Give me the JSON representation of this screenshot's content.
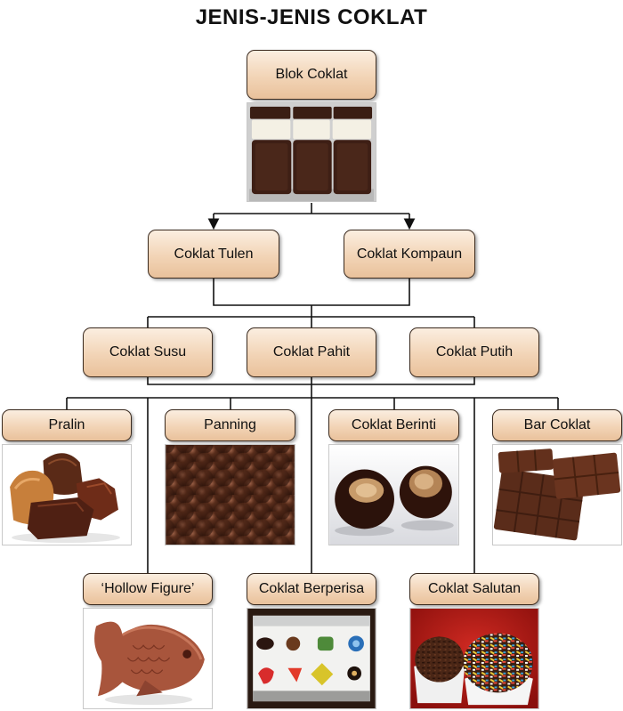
{
  "title": "JENIS-JENIS COKLAT",
  "nodes": {
    "blok": "Blok Coklat",
    "tulen": "Coklat Tulen",
    "kompaun": "Coklat Kompaun",
    "susu": "Coklat Susu",
    "pahit": "Coklat Pahit",
    "putih": "Coklat Putih",
    "pralin": "Pralin",
    "panning": "Panning",
    "berinti": "Coklat Berinti",
    "bar": "Bar Coklat",
    "hollow": "‘Hollow Figure’",
    "berperisa": "Coklat Berperisa",
    "salutan": "Coklat Salutan"
  },
  "colors": {
    "node_top": "#fbeee0",
    "node_bottom": "#e9c19b",
    "node_border": "#3a2a1e",
    "chocolate_dark": "#3b1f14",
    "chocolate_milk": "#7a4526",
    "chocolate_white": "#f3efe4"
  },
  "images": {
    "blok": "chocolate-blocks-photo",
    "pralin": "pralines-photo",
    "panning": "chocolate-balls-photo",
    "berinti": "hazelnut-filled-chocolate-photo",
    "bar": "chocolate-bar-photo",
    "hollow": "chocolate-fish-photo",
    "berperisa": "flavored-chocolates-tray-photo",
    "salutan": "sprinkle-coated-chocolate-photo"
  }
}
